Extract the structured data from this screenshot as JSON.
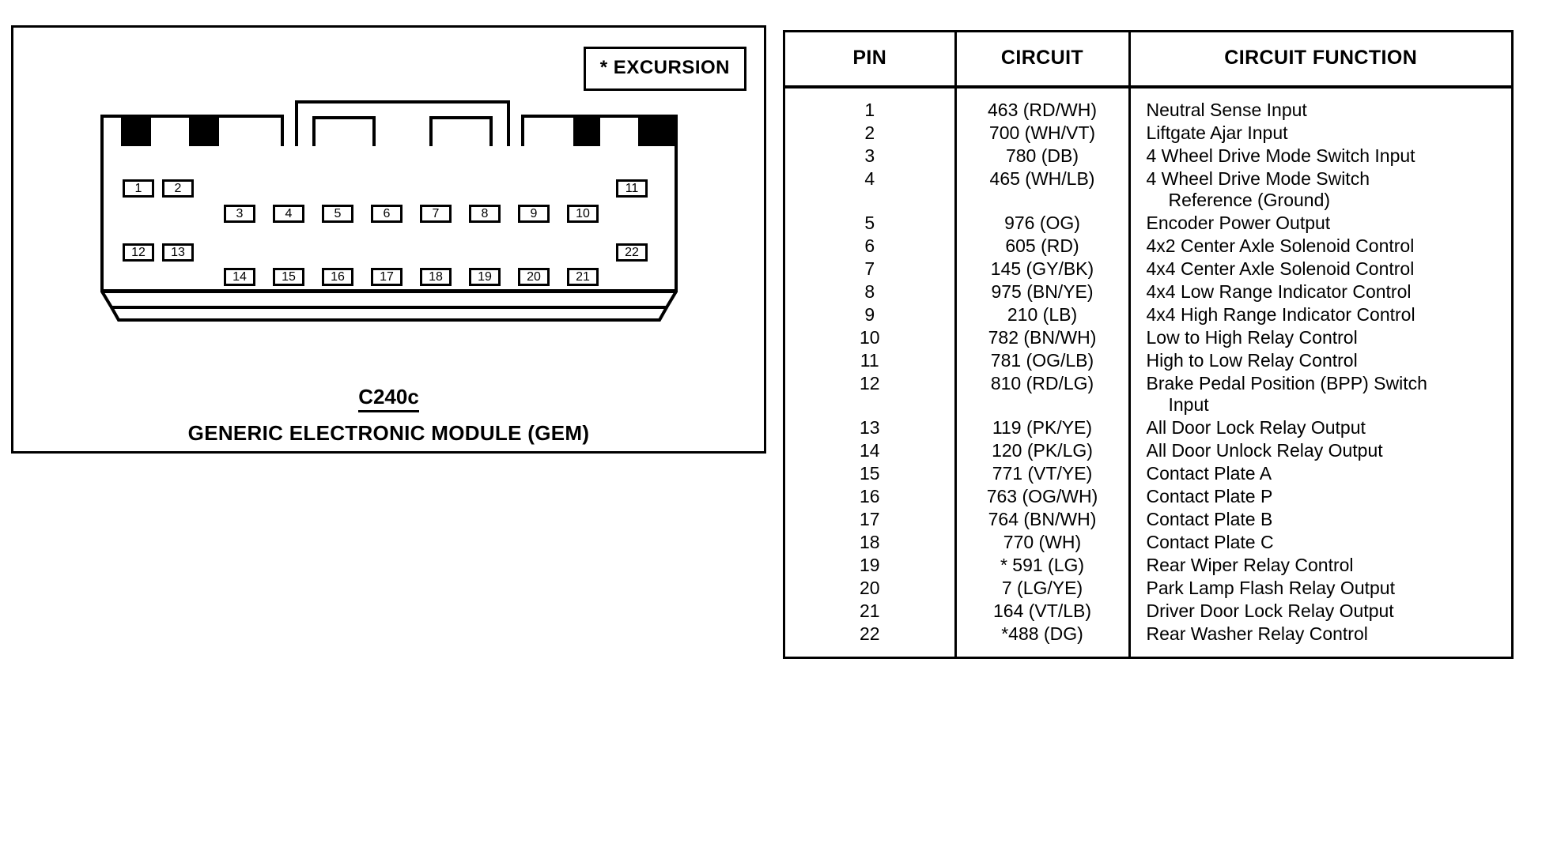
{
  "connector_panel": {
    "note": "* EXCURSION",
    "connector_id": "C240c",
    "connector_name": "GENERIC ELECTRONIC MODULE (GEM)",
    "cavities": [
      {
        "pin": "1"
      },
      {
        "pin": "2"
      },
      {
        "pin": "3"
      },
      {
        "pin": "4"
      },
      {
        "pin": "5"
      },
      {
        "pin": "6"
      },
      {
        "pin": "7"
      },
      {
        "pin": "8"
      },
      {
        "pin": "9"
      },
      {
        "pin": "10"
      },
      {
        "pin": "11"
      },
      {
        "pin": "12"
      },
      {
        "pin": "13"
      },
      {
        "pin": "14"
      },
      {
        "pin": "15"
      },
      {
        "pin": "16"
      },
      {
        "pin": "17"
      },
      {
        "pin": "18"
      },
      {
        "pin": "19"
      },
      {
        "pin": "20"
      },
      {
        "pin": "21"
      },
      {
        "pin": "22"
      }
    ]
  },
  "pinout": {
    "headers": {
      "pin": "PIN",
      "circuit": "CIRCUIT",
      "function": "CIRCUIT FUNCTION"
    },
    "rows": [
      {
        "pin": "1",
        "circuit": "463 (RD/WH)",
        "function": "Neutral Sense Input",
        "function_cont": ""
      },
      {
        "pin": "2",
        "circuit": "700 (WH/VT)",
        "function": "Liftgate Ajar Input",
        "function_cont": ""
      },
      {
        "pin": "3",
        "circuit": "780 (DB)",
        "function": "4 Wheel Drive Mode Switch Input",
        "function_cont": ""
      },
      {
        "pin": "4",
        "circuit": "465 (WH/LB)",
        "function": "4 Wheel Drive Mode Switch",
        "function_cont": "Reference (Ground)"
      },
      {
        "pin": "5",
        "circuit": "976 (OG)",
        "function": "Encoder Power Output",
        "function_cont": ""
      },
      {
        "pin": "6",
        "circuit": "605 (RD)",
        "function": "4x2 Center Axle Solenoid Control",
        "function_cont": ""
      },
      {
        "pin": "7",
        "circuit": "145 (GY/BK)",
        "function": "4x4 Center Axle Solenoid Control",
        "function_cont": ""
      },
      {
        "pin": "8",
        "circuit": "975 (BN/YE)",
        "function": "4x4 Low Range Indicator Control",
        "function_cont": ""
      },
      {
        "pin": "9",
        "circuit": "210 (LB)",
        "function": "4x4 High Range Indicator Control",
        "function_cont": ""
      },
      {
        "pin": "10",
        "circuit": "782 (BN/WH)",
        "function": "Low to High Relay Control",
        "function_cont": ""
      },
      {
        "pin": "11",
        "circuit": "781 (OG/LB)",
        "function": "High to Low Relay Control",
        "function_cont": ""
      },
      {
        "pin": "12",
        "circuit": "810 (RD/LG)",
        "function": "Brake Pedal Position (BPP) Switch",
        "function_cont": "Input"
      },
      {
        "pin": "13",
        "circuit": "119 (PK/YE)",
        "function": "All Door Lock Relay Output",
        "function_cont": ""
      },
      {
        "pin": "14",
        "circuit": "120 (PK/LG)",
        "function": "All Door Unlock Relay Output",
        "function_cont": ""
      },
      {
        "pin": "15",
        "circuit": "771 (VT/YE)",
        "function": "Contact Plate A",
        "function_cont": ""
      },
      {
        "pin": "16",
        "circuit": "763 (OG/WH)",
        "function": "Contact Plate P",
        "function_cont": ""
      },
      {
        "pin": "17",
        "circuit": "764 (BN/WH)",
        "function": "Contact Plate B",
        "function_cont": ""
      },
      {
        "pin": "18",
        "circuit": "770 (WH)",
        "function": "Contact Plate C",
        "function_cont": ""
      },
      {
        "pin": "19",
        "circuit": "* 591 (LG)",
        "function": "Rear Wiper Relay Control",
        "function_cont": ""
      },
      {
        "pin": "20",
        "circuit": "7 (LG/YE)",
        "function": "Park Lamp Flash Relay Output",
        "function_cont": ""
      },
      {
        "pin": "21",
        "circuit": "164 (VT/LB)",
        "function": "Driver Door Lock Relay Output",
        "function_cont": ""
      },
      {
        "pin": "22",
        "circuit": "*488 (DG)",
        "function": "Rear Washer Relay Control",
        "function_cont": ""
      }
    ]
  }
}
